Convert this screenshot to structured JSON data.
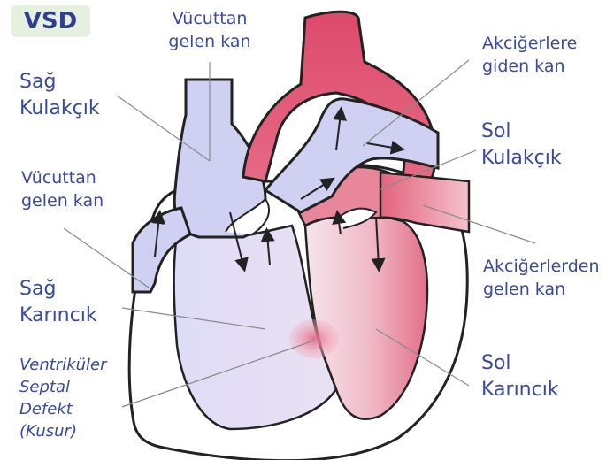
{
  "title": "VSD",
  "labels": {
    "body_blood_top": [
      "Vücuttan",
      "gelen kan"
    ],
    "to_lungs": [
      "Akciğerlere",
      "giden kan"
    ],
    "right_atrium": [
      "Sağ",
      "Kulakçık"
    ],
    "left_atrium": [
      "Sol",
      "Kulakçık"
    ],
    "body_blood_left": [
      "Vücuttan",
      "gelen kan"
    ],
    "from_lungs": [
      "Akciğerlerden",
      "gelen kan"
    ],
    "right_ventricle": [
      "Sağ",
      "Karıncık"
    ],
    "left_ventricle": [
      "Sol",
      "Karıncık"
    ],
    "vsd": [
      "Ventriküler",
      "Septal",
      "Defekt",
      "(Kusur)"
    ]
  },
  "colors": {
    "oxygen_poor": "#cfd0f2",
    "oxygen_rich": "#e0506e",
    "oxygen_rich_light": "#f1a3b3",
    "label_text": "#3a4a9a",
    "title_bg": "#e6f0df",
    "outline": "#222222"
  }
}
